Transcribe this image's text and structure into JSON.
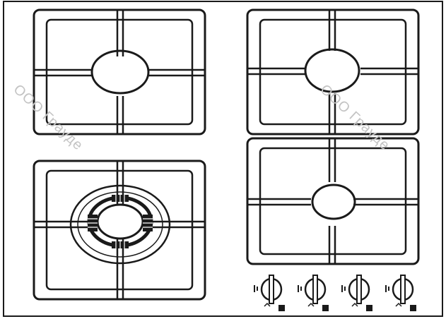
{
  "watermark": {
    "left_text": "ООО Граудe",
    "right_text": "ООО Граудe"
  },
  "colors": {
    "line": "#1a1a1a",
    "background": "#ffffff",
    "watermark": "#c4c4c4"
  },
  "burners": [
    {
      "name": "rear-left",
      "type": "standard"
    },
    {
      "name": "rear-right",
      "type": "standard"
    },
    {
      "name": "front-left",
      "type": "wok-triple-crown"
    },
    {
      "name": "front-right",
      "type": "standard-small"
    }
  ],
  "knobs": {
    "count": 4
  }
}
